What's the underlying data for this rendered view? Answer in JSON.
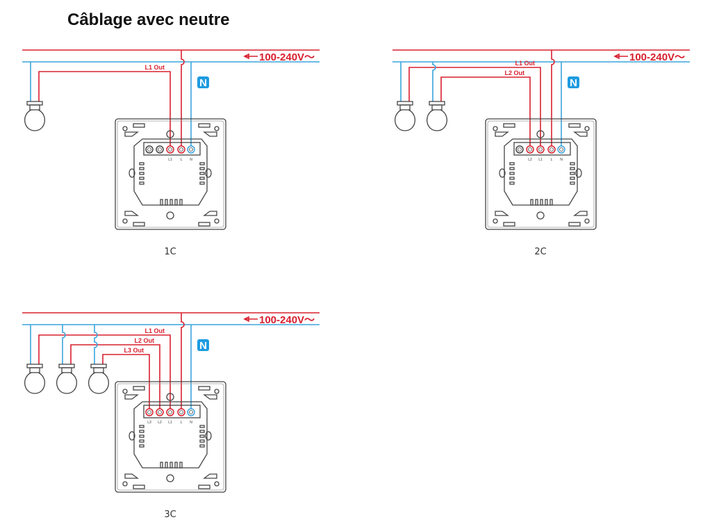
{
  "title": "Câblage avec neutre",
  "colors": {
    "live": "#d8202f",
    "neutral": "#3aa3dc"
  },
  "diagrams": [
    {
      "caption": "1C",
      "voltage": "100-240V～",
      "neutral_badge": "N",
      "outputs": [
        "L1 Out"
      ],
      "terminals": [
        "",
        "",
        "L1",
        "L",
        "N"
      ]
    },
    {
      "caption": "2C",
      "voltage": "100-240V～",
      "neutral_badge": "N",
      "outputs": [
        "L1 Out",
        "L2 Out"
      ],
      "terminals": [
        "",
        "L2",
        "L1",
        "L",
        "N"
      ]
    },
    {
      "caption": "3C",
      "voltage": "100-240V～",
      "neutral_badge": "N",
      "outputs": [
        "L1 Out",
        "L2 Out",
        "L3 Out"
      ],
      "terminals": [
        "L3",
        "L2",
        "L1",
        "L",
        "N"
      ]
    }
  ]
}
